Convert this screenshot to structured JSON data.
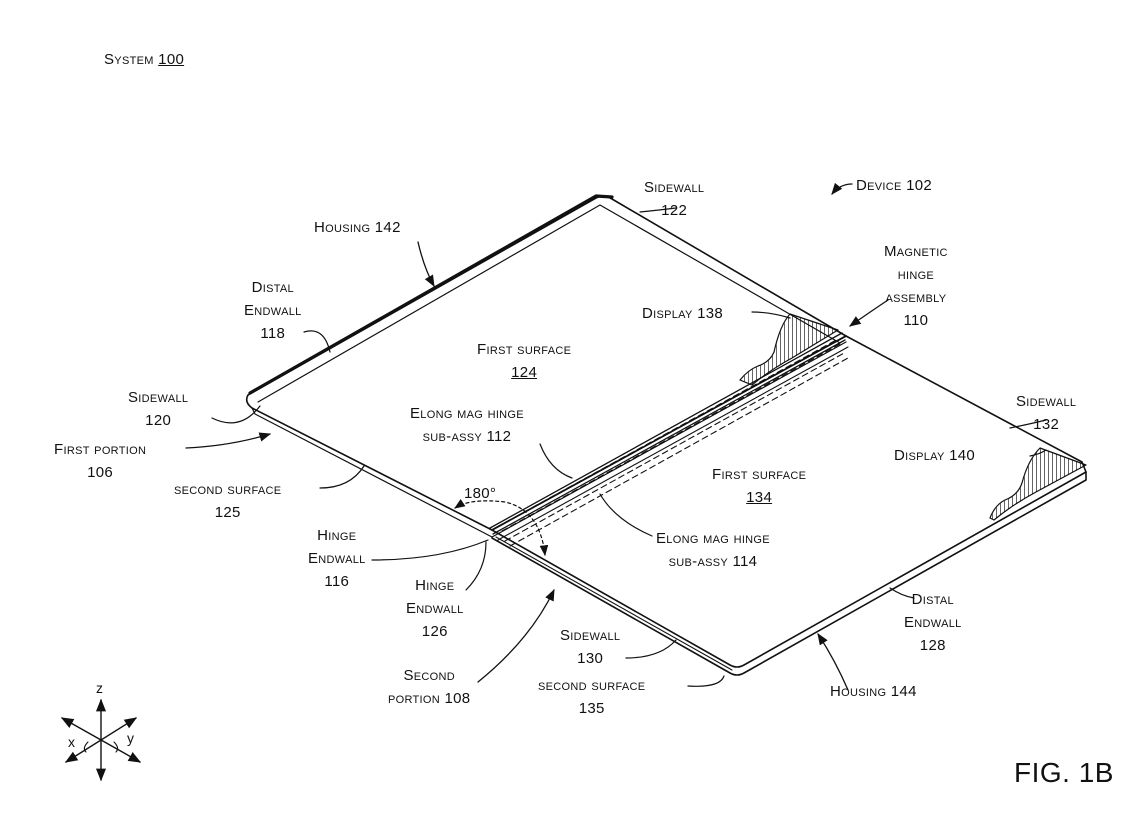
{
  "system_label": "System",
  "system_num": "100",
  "figure_label": "FIG. 1B",
  "axis": {
    "x": "x",
    "y": "y",
    "z": "z"
  },
  "angle": "180°",
  "labels": {
    "device": "Device 102",
    "housing142": "Housing 142",
    "sidewall122_a": "Sidewall",
    "sidewall122_b": "122",
    "distal118_a": "Distal",
    "distal118_b": "Endwall",
    "distal118_c": "118",
    "magnetic_a": "Magnetic",
    "magnetic_b": "hinge",
    "magnetic_c": "assembly",
    "magnetic_d": "110",
    "display138": "Display 138",
    "first_surface124_a": "First surface",
    "first_surface124_b": "124",
    "sidewall120_a": "Sidewall",
    "sidewall120_b": "120",
    "first_portion_a": "First portion",
    "first_portion_b": "106",
    "elong112_a": "Elong mag hinge",
    "elong112_b": "sub-assy 112",
    "sidewall132_a": "Sidewall",
    "sidewall132_b": "132",
    "display140": "Display 140",
    "first_surface134_a": "First surface",
    "first_surface134_b": "134",
    "second_surface125_a": "second surface",
    "second_surface125_b": "125",
    "hinge116_a": "Hinge",
    "hinge116_b": "Endwall",
    "hinge116_c": "116",
    "elong114_a": "Elong mag hinge",
    "elong114_b": "sub-assy 114",
    "hinge126_a": "Hinge",
    "hinge126_b": "Endwall",
    "hinge126_c": "126",
    "distal128_a": "Distal",
    "distal128_b": "Endwall",
    "distal128_c": "128",
    "sidewall130_a": "Sidewall",
    "sidewall130_b": "130",
    "second_portion_a": "Second",
    "second_portion_b": "portion 108",
    "second_surface135_a": "second surface",
    "second_surface135_b": "135",
    "housing144": "Housing 144"
  }
}
